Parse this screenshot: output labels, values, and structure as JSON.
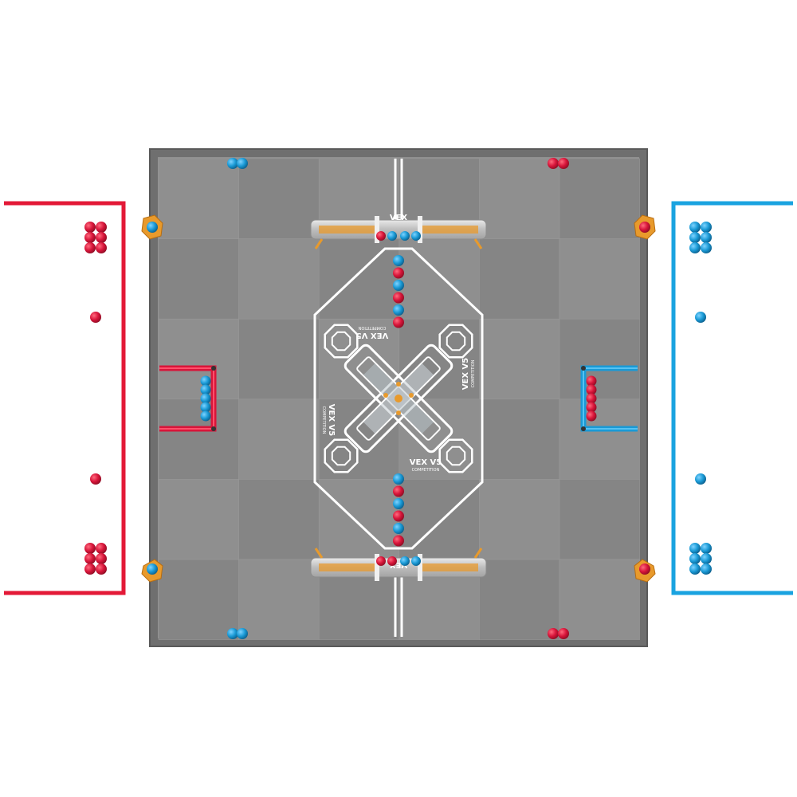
{
  "colors": {
    "red": "#e31937",
    "blue": "#1aa3e0",
    "red_ball": "#d8153a",
    "blue_ball": "#1a9ad6",
    "field_tile": "#8f8f8f",
    "field_tile_alt": "#858585",
    "field_wall": "#6d6d6d",
    "lines": "#ffffff",
    "post_orange": "#e89a2c"
  },
  "field_logos": [
    {
      "brand": "VEX V5",
      "subtitle": "COMPETITION"
    },
    {
      "brand": "VEX V5",
      "subtitle": "COMPETITION"
    },
    {
      "brand": "VEX V5",
      "subtitle": "COMPETITION"
    },
    {
      "brand": "VEX V5",
      "subtitle": "COMPETITION"
    },
    {
      "brand": "VEX",
      "subtitle": ""
    },
    {
      "brand": "VEX",
      "subtitle": ""
    }
  ],
  "red_staging": {
    "color": "red",
    "ball_groups": 2,
    "balls_per_group": 6,
    "single_balls": 2
  },
  "blue_staging": {
    "color": "blue",
    "ball_groups": 2,
    "balls_per_group": 6,
    "single_balls": 2
  },
  "field_icons": [
    "octagon-icon",
    "octagon-icon",
    "octagon-icon",
    "octagon-icon"
  ]
}
